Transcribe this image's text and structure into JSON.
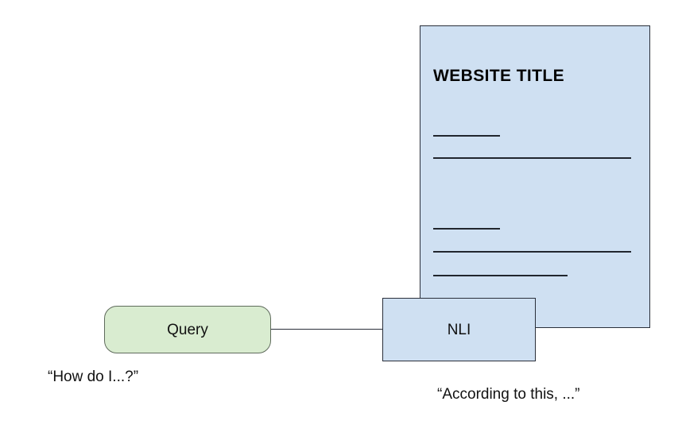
{
  "diagram": {
    "title": "NLI over website document flow",
    "colors": {
      "document_fill": "#cfe0f2",
      "query_fill": "#d9ecd0",
      "border_dark": "#2a2f3a",
      "border_green": "#5f6b5c",
      "line": "#21262e",
      "text": "#111111",
      "background": "#ffffff"
    },
    "website": {
      "title": "WEBSITE TITLE",
      "content_lines": [
        {
          "id": "line-1",
          "length": "short"
        },
        {
          "id": "line-2",
          "length": "long"
        },
        {
          "id": "line-3",
          "length": "short"
        },
        {
          "id": "line-4",
          "length": "long"
        },
        {
          "id": "line-5",
          "length": "medium"
        }
      ]
    },
    "nli": {
      "label": "NLI"
    },
    "query": {
      "label": "Query"
    },
    "captions": {
      "query": "“How do I...?”",
      "answer": "“According to this, ...”"
    }
  }
}
